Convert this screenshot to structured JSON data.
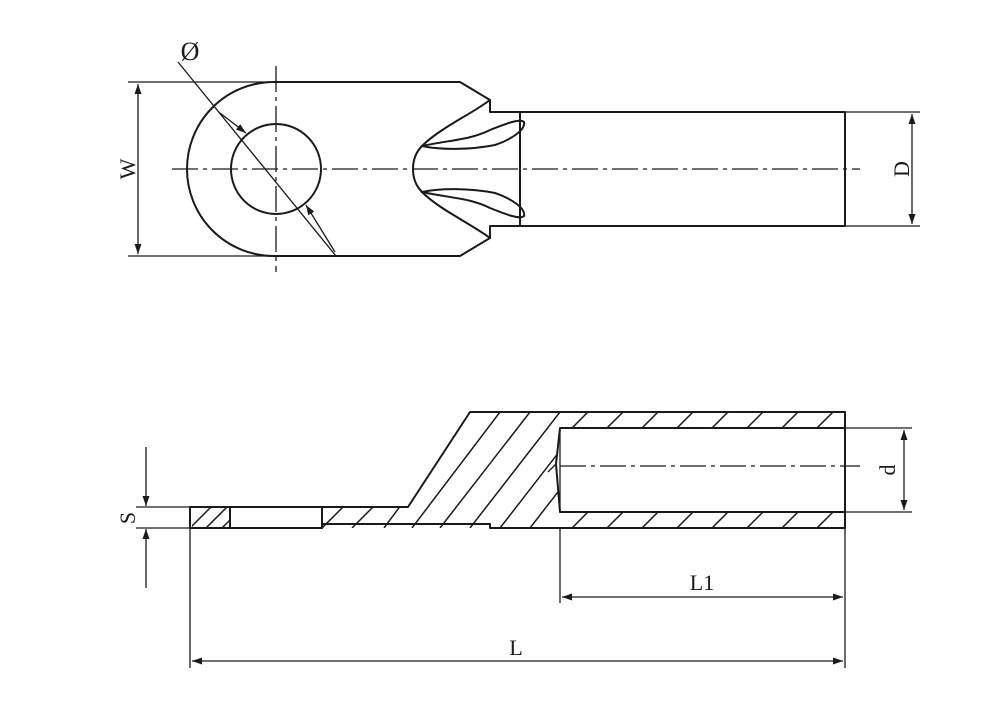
{
  "drawing": {
    "line_color": "#1a1a1a",
    "background": "#ffffff",
    "top_view": {
      "labels": {
        "diameter": "Ø",
        "width": "W",
        "barrel_diameter": "D"
      }
    },
    "side_view": {
      "labels": {
        "thickness": "S",
        "inner_diameter": "d",
        "barrel_length": "L1",
        "total_length": "L"
      }
    }
  }
}
